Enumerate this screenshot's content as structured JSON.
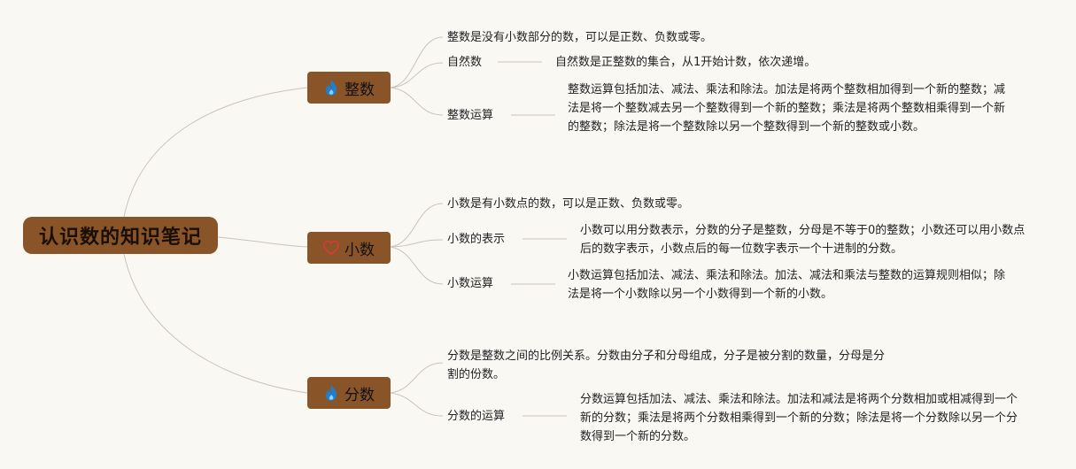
{
  "root": {
    "label": "认识数的知识笔记"
  },
  "branches": [
    {
      "label": "整数",
      "icon": "flame-icon",
      "color": "#1e7fd1",
      "children": [
        {
          "text": "整数是没有小数部分的数，可以是正数、负数或零。"
        },
        {
          "label": "自然数",
          "text": "自然数是正整数的集合，从1开始计数，依次递增。"
        },
        {
          "label": "整数运算",
          "text": "整数运算包括加法、减法、乘法和除法。加法是将两个整数相加得到一个新的整数；减法是将一个整数减去另一个整数得到一个新的整数；乘法是将两个整数相乘得到一个新的整数；除法是将一个整数除以另一个整数得到一个新的整数或小数。"
        }
      ]
    },
    {
      "label": "小数",
      "icon": "heart-icon",
      "color": "#d23b3b",
      "children": [
        {
          "text": "小数是有小数点的数，可以是正数、负数或零。"
        },
        {
          "label": "小数的表示",
          "text": "小数可以用分数表示，分数的分子是整数，分母是不等于0的整数；小数还可以用小数点后的数字表示，小数点后的每一位数字表示一个十进制的分数。"
        },
        {
          "label": "小数运算",
          "text": "小数运算包括加法、减法、乘法和除法。加法、减法和乘法与整数的运算规则相似；除法是将一个小数除以另一个小数得到一个新的小数。"
        }
      ]
    },
    {
      "label": "分数",
      "icon": "flame-icon",
      "color": "#1e7fd1",
      "children": [
        {
          "text": "分数是整数之间的比例关系。分数由分子和分母组成，分子是被分割的数量，分母是分割的份数。"
        },
        {
          "label": "分数的运算",
          "text": "分数运算包括加法、减法、乘法和除法。加法和减法是将两个分数相加或相减得到一个新的分数；乘法是将两个分数相乘得到一个新的分数；除法是将一个分数除以另一个分数得到一个新的分数。"
        }
      ]
    }
  ]
}
